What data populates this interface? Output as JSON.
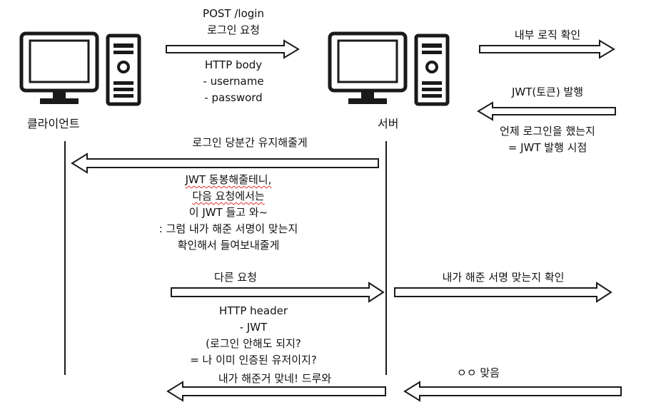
{
  "actors": {
    "client": "클라이언트",
    "server": "서버"
  },
  "messages": {
    "login_request": [
      "POST /login",
      "로그인 요청"
    ],
    "login_body": [
      "HTTP body",
      "- username",
      "- password"
    ],
    "internal_logic": "내부 로직 확인",
    "jwt_issue": "JWT(토큰) 발행",
    "jwt_issue_note": [
      "언제 로그인을 했는지",
      "= JWT 발행 시점"
    ],
    "login_keep": "로그인 당분간 유지해줄게",
    "jwt_explain": [
      "JWT 동봉해줄테니,",
      "다음 요청에서는",
      "이 JWT 들고 와~",
      ": 그럼 내가 해준 서명이 맞는지",
      "확인해서 들여보내줄게"
    ],
    "other_request": "다른 요청",
    "other_header": [
      "HTTP header",
      "- JWT",
      "(로그인 안해도 되지?",
      "= 나 이미 인증된 유저이지?"
    ],
    "verify_signature": "내가 해준 서명 맞는지 확인",
    "correct": "ㅇㅇ 맞음",
    "welcome": "내가 해준거 맞네! 드루와"
  },
  "colors": {
    "stroke": "#1a1a1a",
    "fill": "#ffffff",
    "underline": "#e03030"
  },
  "icons": [
    "desktop-computer-icon"
  ]
}
